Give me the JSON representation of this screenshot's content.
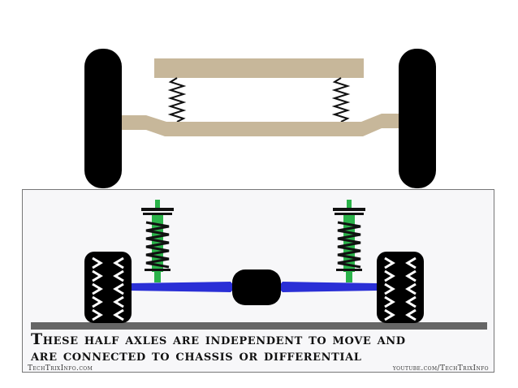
{
  "caption": {
    "line1": "These half axles are independent to move and",
    "line2": "are connected to chassis or differential"
  },
  "credits": {
    "left": "TechTrixInfo.com",
    "right": "youtube.com/TechTrixInfo"
  },
  "colors": {
    "chassis": "#c7b79a",
    "tire": "#000000",
    "shock_green": "#2bb34a",
    "half_axle_blue": "#2a2fd6",
    "ground": "#666666",
    "differential": "#000000"
  },
  "icons": {
    "wheel": "wheel-icon",
    "spring": "coil-spring-icon",
    "shock": "shock-absorber-icon",
    "differential": "differential-icon"
  }
}
